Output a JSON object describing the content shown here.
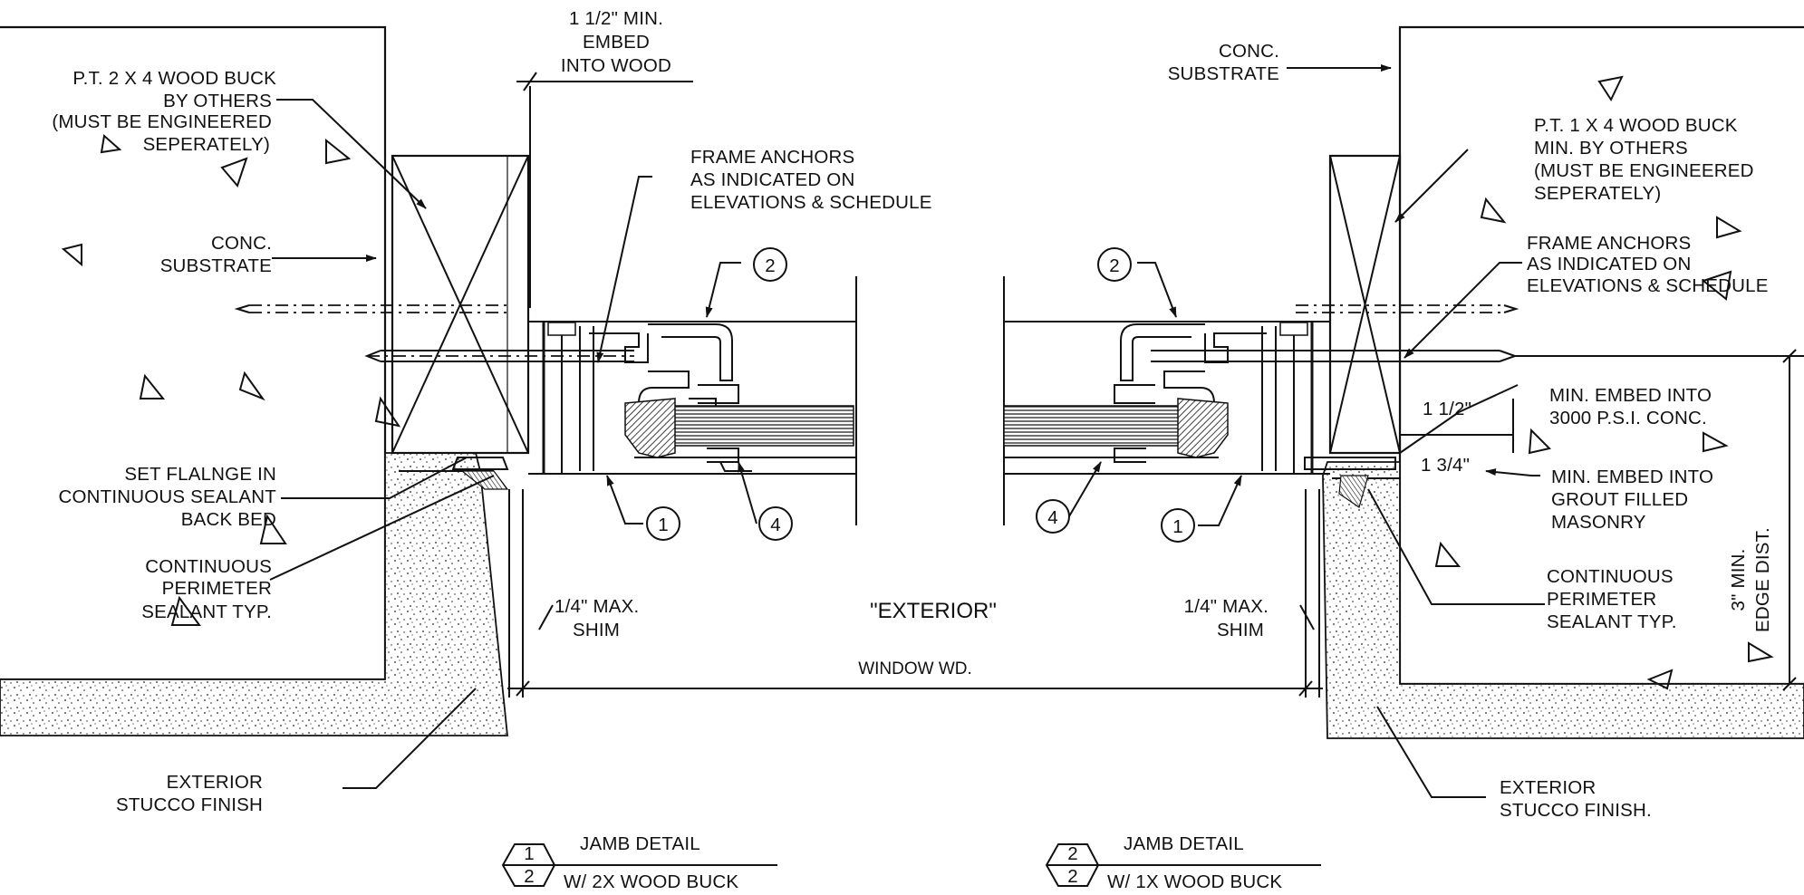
{
  "labels": {
    "embed_wood_1": "1 1/2\" MIN.",
    "embed_wood_2": "EMBED",
    "embed_wood_3": "INTO WOOD",
    "buck2x_1": "P.T. 2 X 4 WOOD BUCK",
    "buck2x_2": "BY OTHERS",
    "buck2x_3": "(MUST BE ENGINEERED",
    "buck2x_4": "SEPERATELY)",
    "conc_left_1": "CONC.",
    "conc_left_2": "SUBSTRATE",
    "anchors_left_1": "FRAME ANCHORS",
    "anchors_left_2": "AS INDICATED ON",
    "anchors_left_3": "ELEVATIONS & SCHEDULE",
    "flange_1": "SET FLALNGE IN",
    "flange_2": "CONTINUOUS SEALANT",
    "flange_3": "BACK BED",
    "perim_left_1": "CONTINUOUS",
    "perim_left_2": "PERIMETER",
    "perim_left_3": "SEALANT TYP.",
    "shim_left_1": "1/4\" MAX.",
    "shim_left_2": "SHIM",
    "exterior": "\"EXTERIOR\"",
    "window_wd": "WINDOW WD.",
    "shim_right_1": "1/4\" MAX.",
    "shim_right_2": "SHIM",
    "stucco_left_1": "EXTERIOR",
    "stucco_left_2": "STUCCO FINISH",
    "conc_right_1": "CONC.",
    "conc_right_2": "SUBSTRATE",
    "buck1x_1": "P.T. 1 X 4 WOOD BUCK",
    "buck1x_2": "MIN. BY OTHERS",
    "buck1x_3": "(MUST BE ENGINEERED",
    "buck1x_4": "SEPERATELY)",
    "anchors_right_1": "FRAME ANCHORS",
    "anchors_right_2": "AS INDICATED ON",
    "anchors_right_3": "ELEVATIONS & SCHEDULE",
    "dim_1_5": "1 1/2\"",
    "embed_conc_1": "MIN. EMBED INTO",
    "embed_conc_2": "3000 P.S.I. CONC.",
    "dim_1_75": "1 3/4\"",
    "embed_masonry_1": "MIN. EMBED INTO",
    "embed_masonry_2": "GROUT FILLED",
    "embed_masonry_3": "MASONRY",
    "edge_dist_1": "3\" MIN.",
    "edge_dist_2": "EDGE DIST.",
    "perim_right_1": "CONTINUOUS",
    "perim_right_2": "PERIMETER",
    "perim_right_3": "SEALANT TYP.",
    "stucco_right_1": "EXTERIOR",
    "stucco_right_2": "STUCCO FINISH."
  },
  "callouts": {
    "c1_left": "1",
    "c2_left": "2",
    "c4_left": "4",
    "c1_right": "1",
    "c2_right": "2",
    "c4_right": "4"
  },
  "titles": {
    "left_num": "1",
    "left_sheet": "2",
    "left_title": "JAMB DETAIL",
    "left_sub": "W/ 2X WOOD BUCK",
    "right_num": "2",
    "right_sheet": "2",
    "right_title": "JAMB DETAIL",
    "right_sub": "W/ 1X WOOD BUCK"
  }
}
